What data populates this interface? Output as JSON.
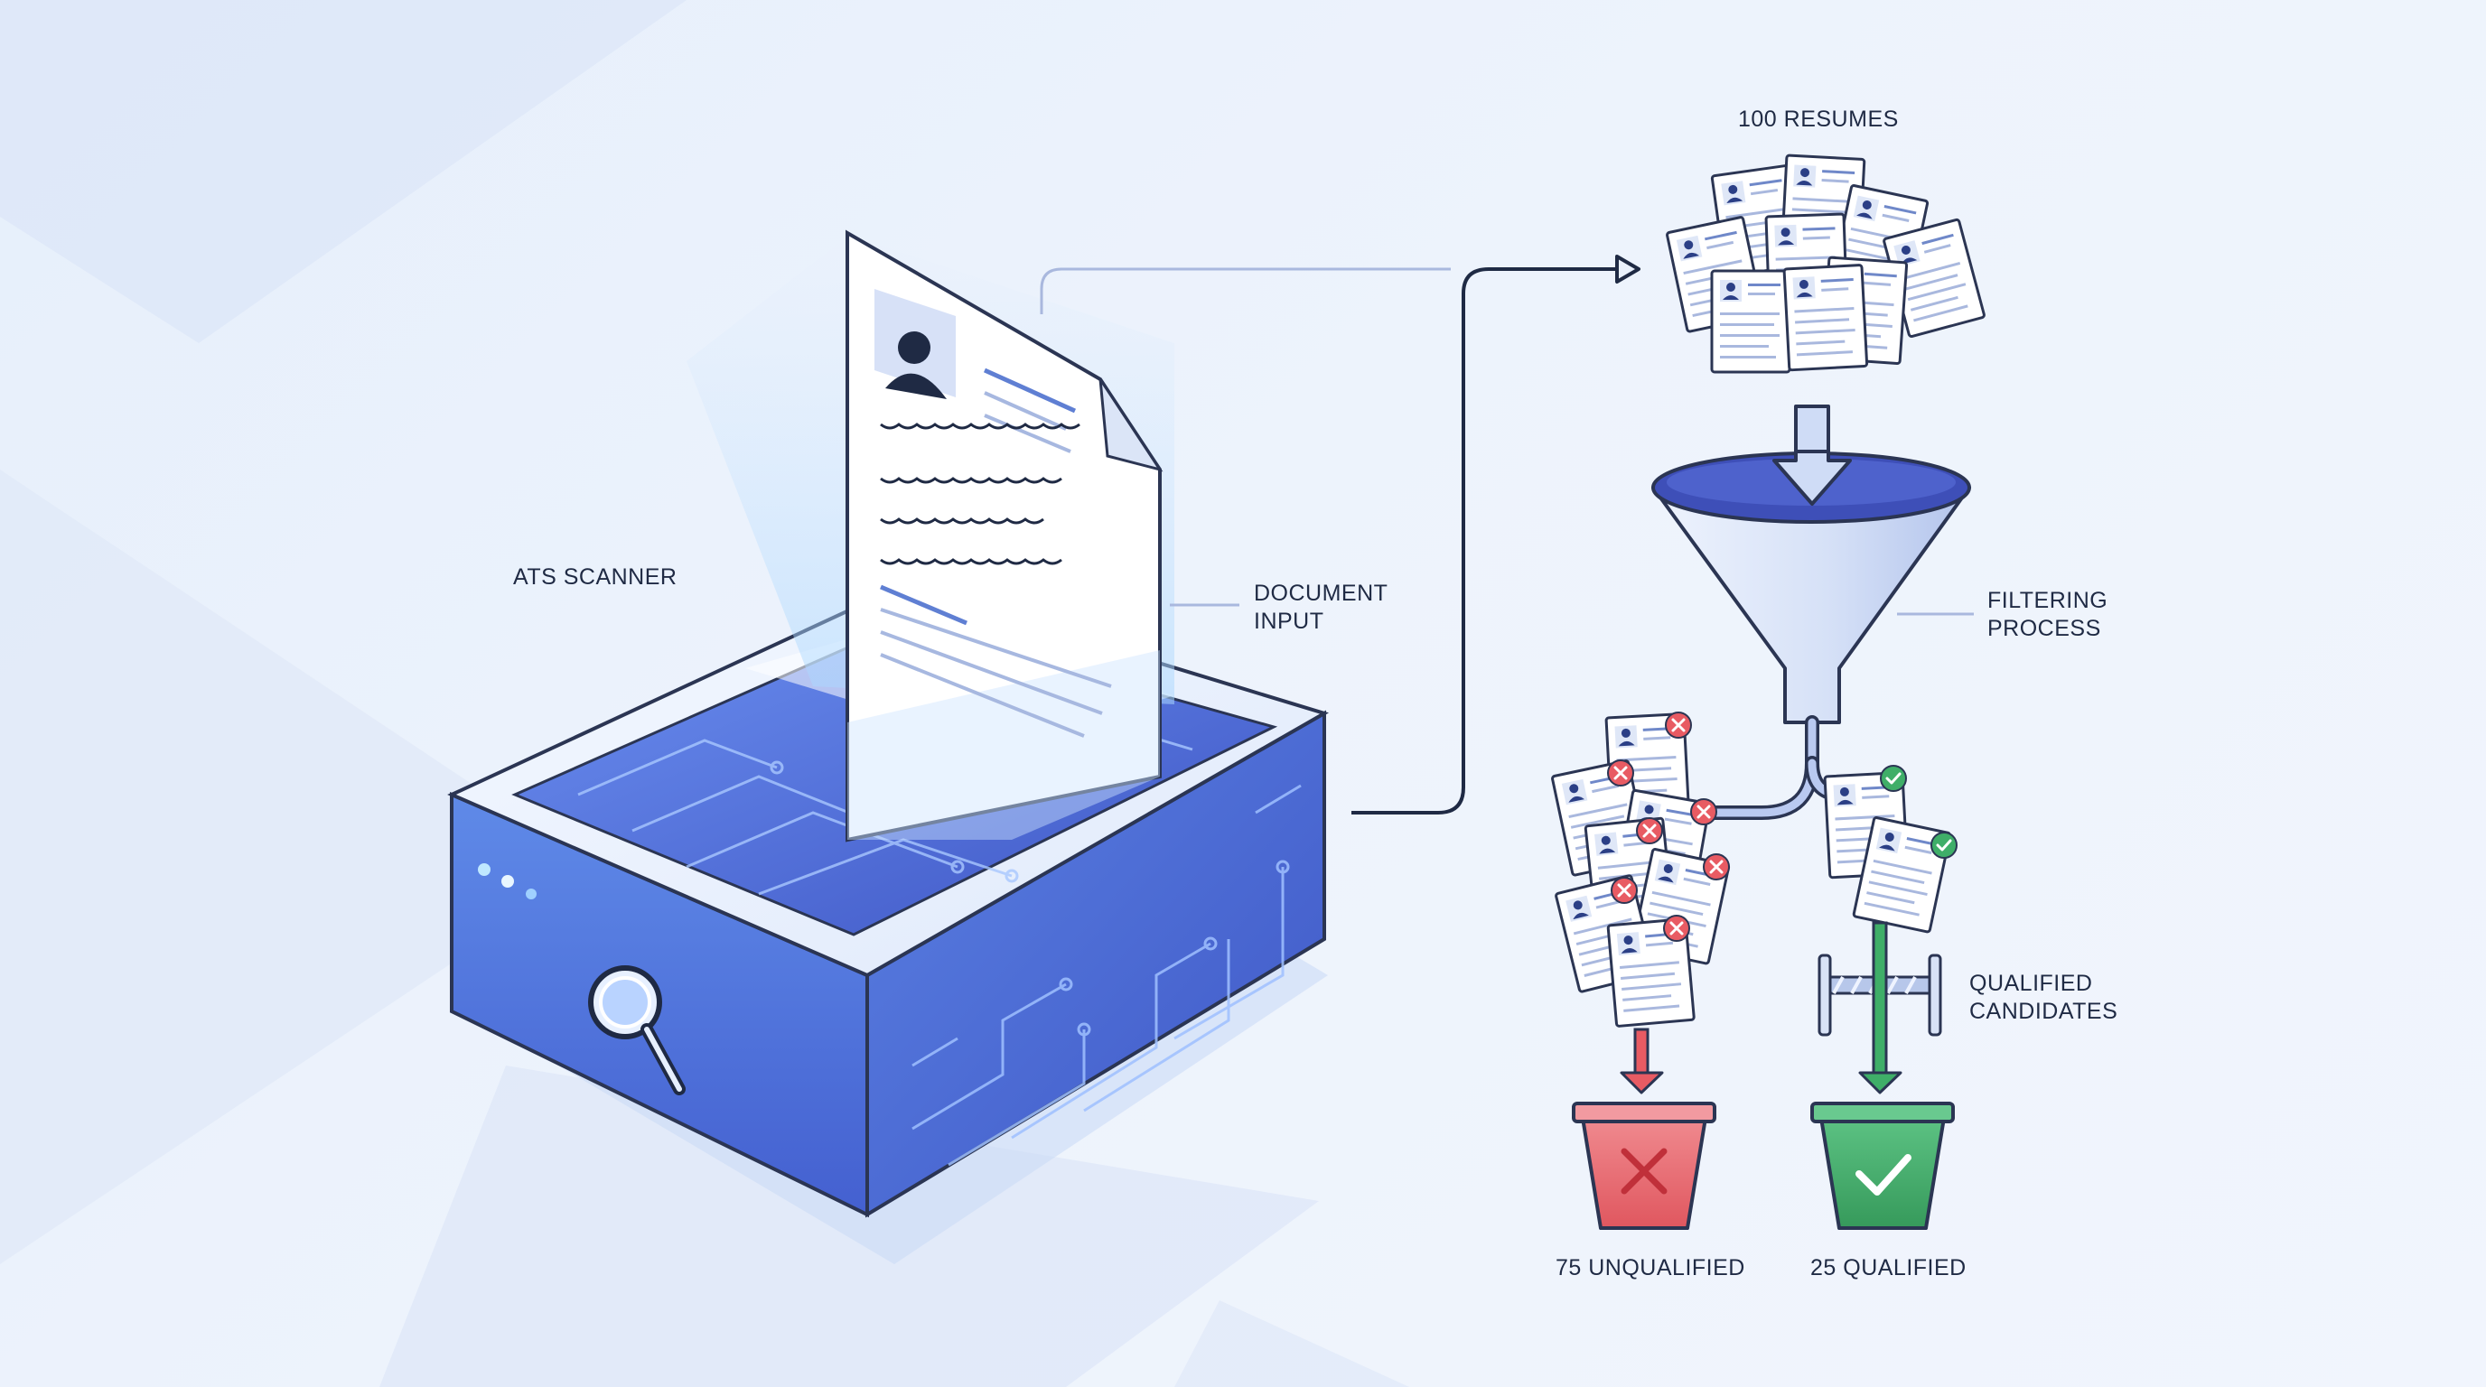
{
  "labels": {
    "ats_scanner": "ATS SCANNER",
    "document_input_line1": "DOCUMENT",
    "document_input_line2": "INPUT",
    "resumes_count": "100 RESUMES",
    "filtering_line1": "FILTERING",
    "filtering_line2": "PROCESS",
    "qualified_candidates_line1": "QUALIFIED",
    "qualified_candidates_line2": "CANDIDATES",
    "unqualified_bin": "75 UNQUALIFIED",
    "qualified_bin": "25 QUALIFIED"
  },
  "colors": {
    "background": "#e9f0fb",
    "scanner_blue": "#4f74de",
    "scanner_dark": "#2f3f9c",
    "accent_glow": "#9fd0ff",
    "outline": "#1f2a44",
    "reject_red": "#e85b63",
    "accept_green": "#3fae68",
    "funnel_fill": "#dde6f8"
  },
  "icons": {
    "magnifier": "magnifier-icon",
    "person": "person-avatar-icon",
    "reject": "x-mark-icon",
    "accept": "check-mark-icon"
  }
}
